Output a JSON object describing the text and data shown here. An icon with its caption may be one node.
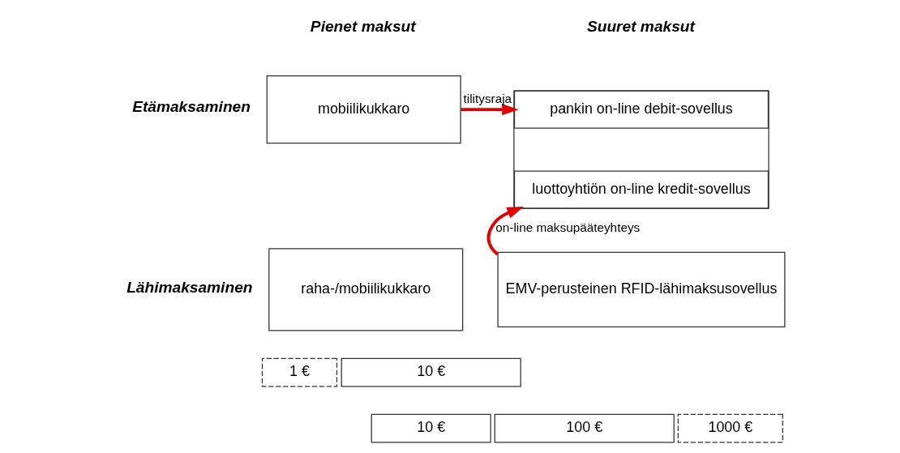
{
  "diagram": {
    "nodes": [
      {
        "text": [
          "mobiilikukkaro"
        ]
      },
      {
        "text": [],
        "shape": "box"
      },
      {
        "text": [
          "pankin on-line debit-sovellus"
        ],
        "in": 1
      },
      {
        "text": [
          "luottoyhtiön on-line kredit-sovellus"
        ],
        "in": 1
      },
      {
        "text": [
          "raha-/mobiilikukkaro"
        ]
      },
      {
        "text": [
          "EMV-perusteinen RFID-lähimaksusovellus"
        ]
      },
      {
        "text": [
          "1 €"
        ]
      },
      {
        "text": [
          "10 €"
        ]
      },
      {
        "text": [
          "10 €"
        ]
      },
      {
        "text": [
          "100 €"
        ]
      },
      {
        "text": [
          "1000 €"
        ]
      }
    ],
    "edges": [
      {
        "from": 0,
        "to": 1,
        "arrow": "to",
        "label": "tilitysraja",
        "color": "#e00000"
      },
      {
        "from": 5,
        "to": 3,
        "arrow": "to",
        "label": "on-line maksupääteyhteys",
        "color": "#e00000"
      }
    ],
    "labels": [
      "Pienet maksut",
      "Suuret maksut",
      "Etämaksaminen",
      "Lähimaksaminen"
    ]
  }
}
